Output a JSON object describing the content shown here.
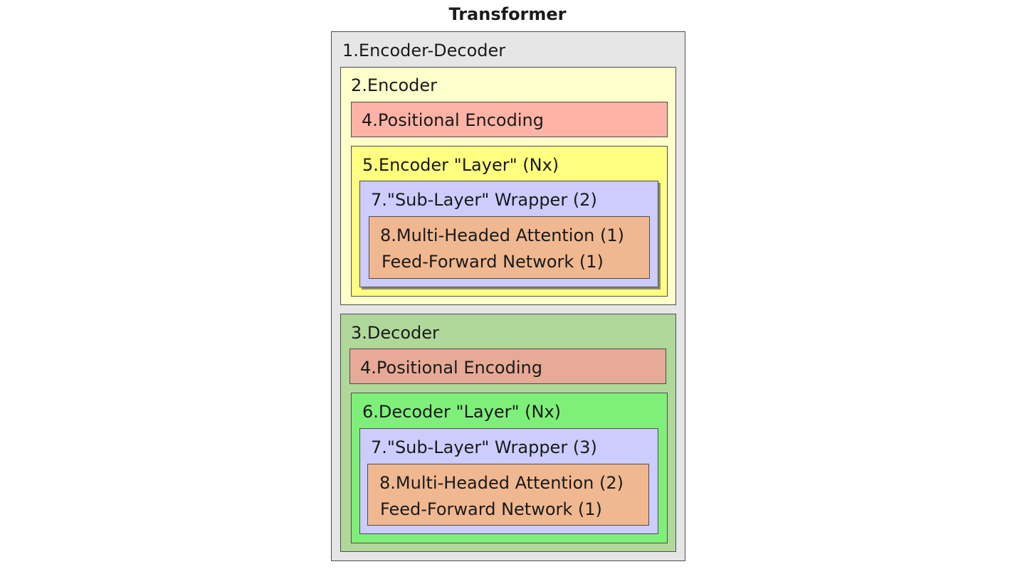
{
  "title": "Transformer",
  "encoder_decoder": {
    "label": "1.Encoder-Decoder",
    "color": "#e6e6e6"
  },
  "encoder": {
    "label": "2.Encoder",
    "color": "#ffffcc",
    "positional_encoding": {
      "label": "4.Positional Encoding",
      "color": "#ffb3a6"
    },
    "layer": {
      "label": "5.Encoder \"Layer\" (Nx)",
      "color": "#ffff80",
      "sublayer_wrapper": {
        "label": "7.\"Sub-Layer\" Wrapper (2)",
        "color": "#ccccff",
        "content": {
          "line1": "8.Multi-Headed Attention (1)",
          "line2": "Feed-Forward Network (1)",
          "color": "#f0b890"
        }
      }
    }
  },
  "decoder": {
    "label": "3.Decoder",
    "color": "#b0d89a",
    "positional_encoding": {
      "label": "4.Positional Encoding",
      "color": "#e6aa96"
    },
    "layer": {
      "label": "6.Decoder \"Layer\" (Nx)",
      "color": "#7ef07a",
      "sublayer_wrapper": {
        "label": "7.\"Sub-Layer\" Wrapper (3)",
        "color": "#ccccff",
        "content": {
          "line1": "8.Multi-Headed Attention (2)",
          "line2": "Feed-Forward Network (1)",
          "color": "#f0b890"
        }
      }
    }
  }
}
